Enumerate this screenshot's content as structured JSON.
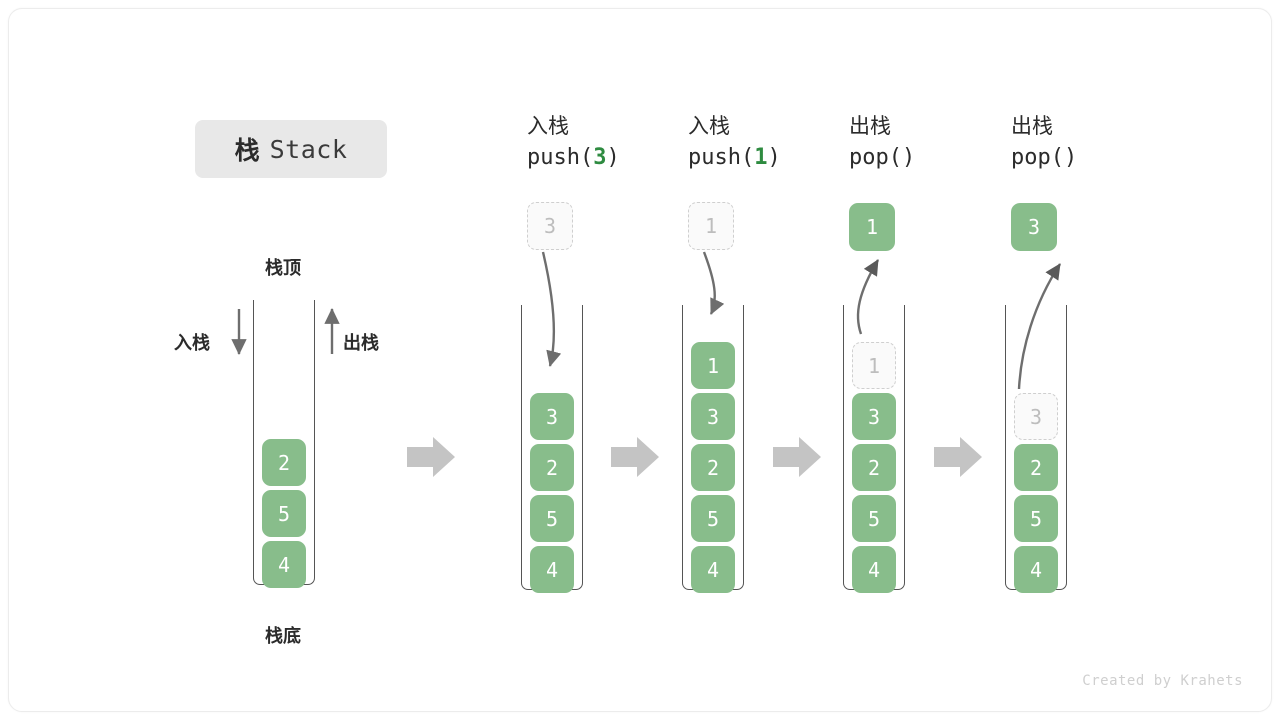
{
  "title": {
    "cn": "栈",
    "en": "Stack"
  },
  "labels": {
    "top": "栈顶",
    "bottom": "栈底",
    "push": "入栈",
    "pop": "出栈"
  },
  "initial_stack": {
    "cells": [
      "4",
      "5",
      "2"
    ]
  },
  "steps": [
    {
      "op_cn": "入栈",
      "op_name": "push",
      "op_arg": "3",
      "op_code_open": "push(",
      "op_code_close": ")",
      "float": {
        "value": "3",
        "style": "ghost"
      },
      "arrow": "down",
      "cells": [
        "4",
        "5",
        "2",
        "3"
      ],
      "ghost_index": -1
    },
    {
      "op_cn": "入栈",
      "op_name": "push",
      "op_arg": "1",
      "op_code_open": "push(",
      "op_code_close": ")",
      "float": {
        "value": "1",
        "style": "ghost"
      },
      "arrow": "down",
      "cells": [
        "4",
        "5",
        "2",
        "3",
        "1"
      ],
      "ghost_index": -1
    },
    {
      "op_cn": "出栈",
      "op_name": "pop",
      "op_arg": "",
      "op_code_open": "pop(",
      "op_code_close": ")",
      "float": {
        "value": "1",
        "style": "solid"
      },
      "arrow": "up",
      "cells": [
        "4",
        "5",
        "2",
        "3",
        "1"
      ],
      "ghost_index": 4
    },
    {
      "op_cn": "出栈",
      "op_name": "pop",
      "op_arg": "",
      "op_code_open": "pop(",
      "op_code_close": ")",
      "float": {
        "value": "3",
        "style": "solid"
      },
      "arrow": "up",
      "cells": [
        "4",
        "5",
        "2",
        "3"
      ],
      "ghost_index": 3
    }
  ],
  "credit": "Created by Krahets",
  "colors": {
    "cell_green": "#88bd8b",
    "arg_green": "#2e8b40",
    "badge_gray": "#e8e8e8",
    "arrow_gray": "#c4c4c4",
    "stroke_dark": "#555555"
  }
}
